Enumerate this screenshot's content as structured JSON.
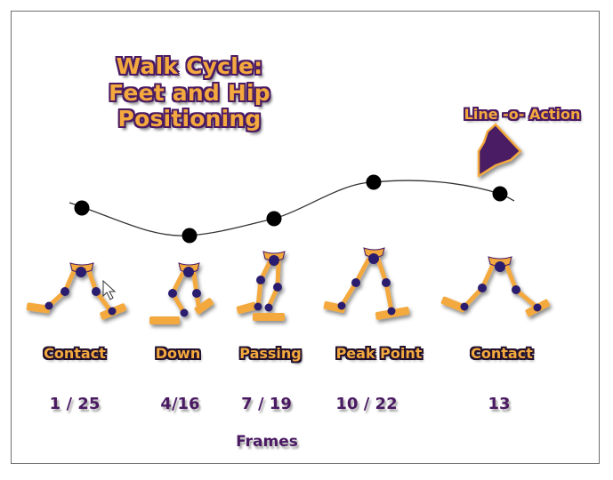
{
  "title": {
    "line1": "Walk Cycle:",
    "line2": "Feet and Hip Positioning"
  },
  "line_of_action": {
    "label": "Line -o- Action",
    "arrow_icon": "arrow-down-left-icon"
  },
  "poses": [
    {
      "name": "Contact",
      "frames": "1 / 25"
    },
    {
      "name": "Down",
      "frames": "4/16"
    },
    {
      "name": "Passing",
      "frames": "7 / 19"
    },
    {
      "name": "Peak Point",
      "frames": "10 / 22"
    },
    {
      "name": "Contact",
      "frames": "13"
    }
  ],
  "frames_caption": "Frames",
  "colors": {
    "leg": "#f3a93e",
    "joint": "#2a1c6e",
    "outline": "#4a1a63",
    "curve": "#333333"
  }
}
